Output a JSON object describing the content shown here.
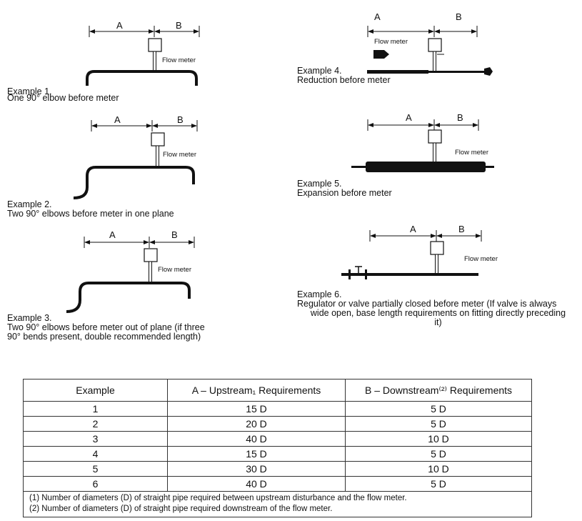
{
  "labels": {
    "a": "A",
    "b": "B",
    "flow_meter": "Flow meter"
  },
  "examples": [
    {
      "title": "Example 1.",
      "description": "One 90° elbow before meter"
    },
    {
      "title": "Example 2.",
      "description": "Two 90° elbows before meter in one plane"
    },
    {
      "title": "Example 3.",
      "description": "Two 90° elbows before meter out of plane (if three",
      "description_2": "90° bends present, double recommended length)"
    },
    {
      "title": "Example 4.",
      "description": "Reduction before meter"
    },
    {
      "title": "Example 5.",
      "description": "Expansion before meter"
    },
    {
      "title": "Example 6.",
      "description": "Regulator or valve partially closed before meter (If valve is always",
      "description_2": "wide open, base length requirements on fitting directly preceding",
      "description_3": "it)"
    }
  ],
  "table": {
    "headers": {
      "example": "Example",
      "upstream": "A – Upstream₁ Requirements",
      "downstream": "B – Downstream⁽²⁾ Requirements"
    },
    "rows": [
      {
        "example": "1",
        "upstream": "15 D",
        "downstream": "5 D"
      },
      {
        "example": "2",
        "upstream": "20 D",
        "downstream": "5 D"
      },
      {
        "example": "3",
        "upstream": "40 D",
        "downstream": "10 D"
      },
      {
        "example": "4",
        "upstream": "15 D",
        "downstream": "5 D"
      },
      {
        "example": "5",
        "upstream": "30 D",
        "downstream": "10 D"
      },
      {
        "example": "6",
        "upstream": "40 D",
        "downstream": "5 D"
      }
    ],
    "notes": [
      "(1)   Number of diameters (D) of straight pipe required between upstream disturbance and the flow meter.",
      "(2)   Number of diameters (D) of straight pipe required downstream of the flow meter."
    ]
  }
}
